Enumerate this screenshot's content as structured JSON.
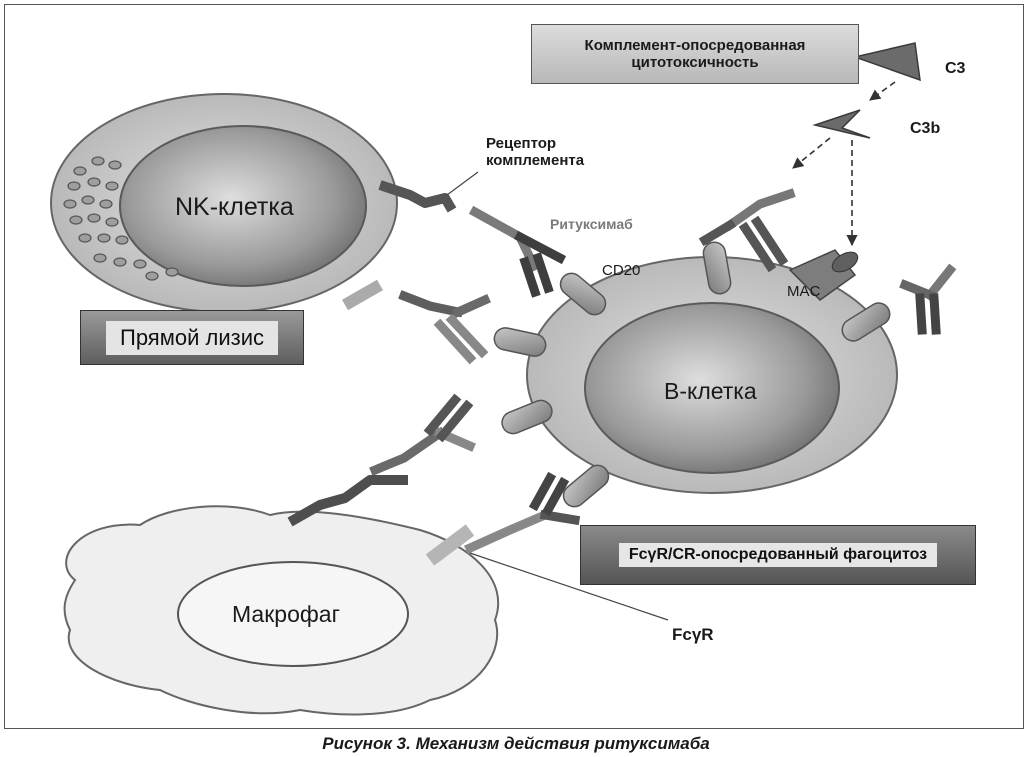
{
  "labels": {
    "complement_mediated": "Комплемент-опосредованная цитотоксичность",
    "c3": "C3",
    "c3b": "C3b",
    "complement_receptor": "Рецептор комплемента",
    "rituximab": "Ритуксимаб",
    "cd20": "CD20",
    "nk_cell": "NK-клетка",
    "direct_lysis": "Прямой лизис",
    "b_cell": "B-клетка",
    "mac": "MAC",
    "fcgr_cr_phagocytosis": "FcγR/CR-опосредованный фагоцитоз",
    "macrophage": "Макрофаг",
    "fcgr": "FcγR"
  },
  "caption": "Рисунок 3. Механизм действия ритуксимаба"
}
